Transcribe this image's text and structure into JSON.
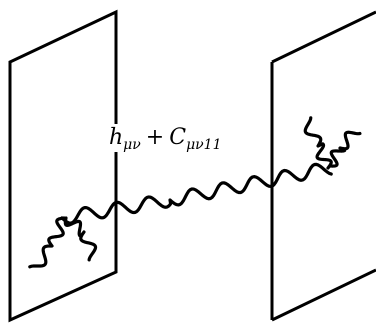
{
  "label": {
    "h_symbol": "h",
    "h_sub": "μν",
    "plus": "+",
    "c_symbol": "C",
    "c_sub": "μν11"
  },
  "colors": {
    "ink": "#000000",
    "background": "#ffffff"
  }
}
